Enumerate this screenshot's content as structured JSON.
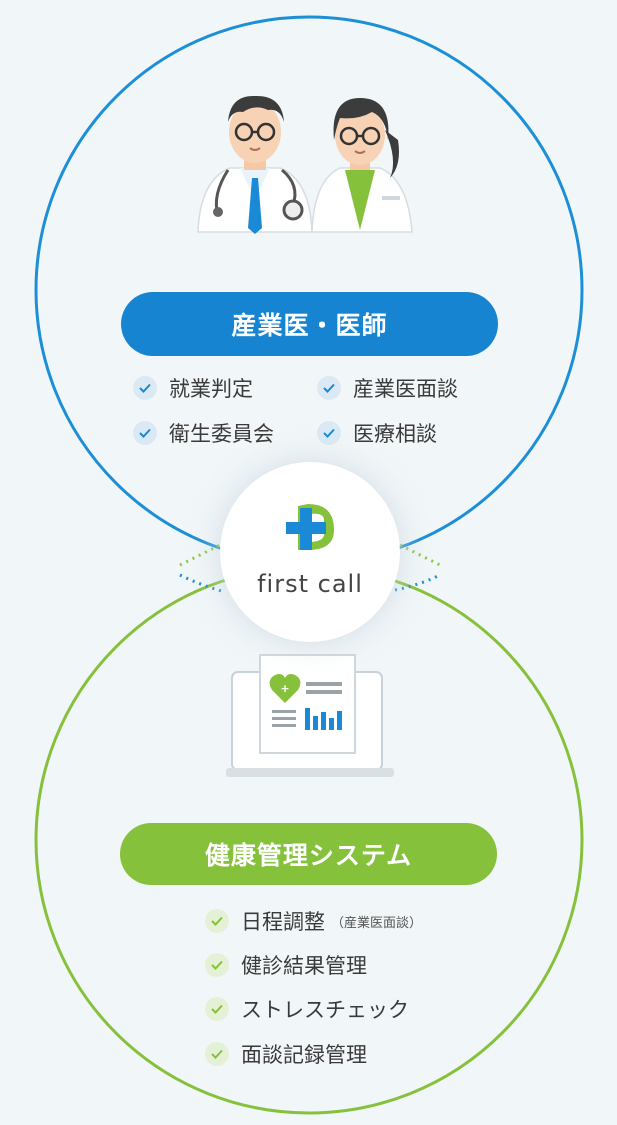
{
  "top_section": {
    "title": "産業医・医師",
    "items": [
      "就業判定",
      "産業医面談",
      "衛生委員会",
      "医療相談"
    ],
    "color": "#1684d1"
  },
  "logo": {
    "text": "first call"
  },
  "bottom_section": {
    "title": "健康管理システム",
    "items": [
      {
        "label": "日程調整",
        "note": "（産業医面談）"
      },
      {
        "label": "健診結果管理"
      },
      {
        "label": "ストレスチェック"
      },
      {
        "label": "面談記録管理"
      }
    ],
    "color": "#86c13b"
  }
}
